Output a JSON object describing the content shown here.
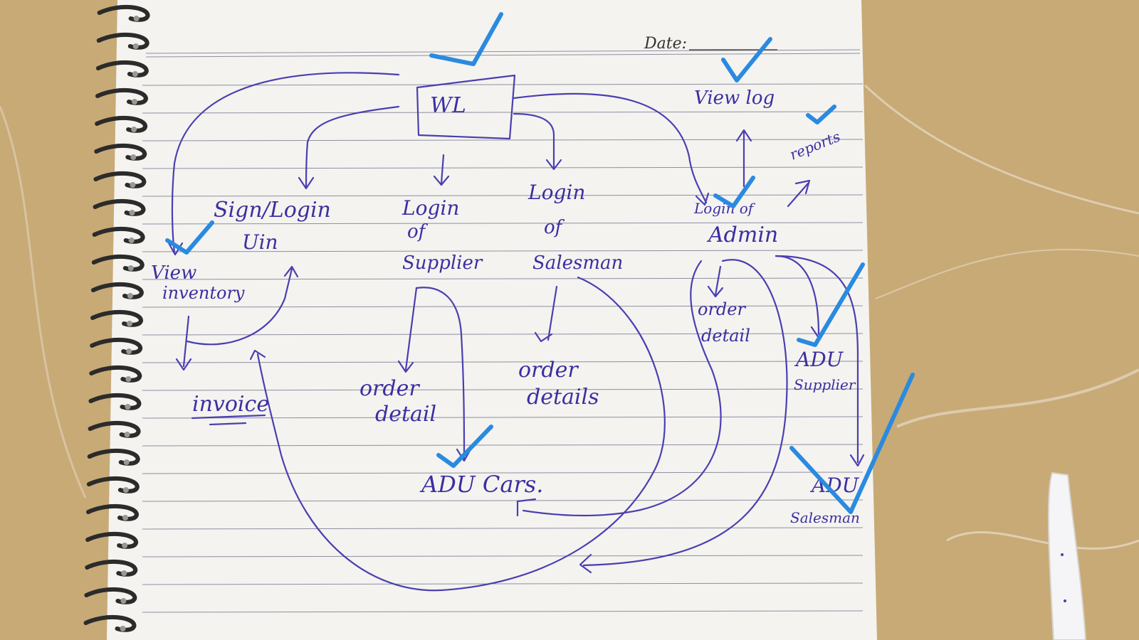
{
  "page": {
    "date_label": "Date:"
  },
  "nodes": {
    "wl": "WL",
    "sign_login": [
      "Sign/Login",
      "Uin"
    ],
    "login_supplier": [
      "Login",
      "of",
      "Supplier"
    ],
    "login_salesman": [
      "Login",
      "of",
      "Salesman"
    ],
    "login_admin": [
      "Login of",
      "Admin"
    ],
    "view_log": "View log",
    "reports": "reports",
    "view_inventory": [
      "View",
      "inventory"
    ],
    "invoice": "invoice",
    "order_detail_supplier": [
      "order",
      "detail"
    ],
    "order_details_salesman": [
      "order",
      "details"
    ],
    "order_detail_admin": [
      "order",
      "detail"
    ],
    "adu_cars": "ADU Cars.",
    "adu_supplier": [
      "ADU",
      "Supplier"
    ],
    "adu_salesman": [
      "ADU",
      "Salesman"
    ]
  },
  "colors": {
    "ink": "#3b2fa0",
    "check": "#2a8ae0",
    "paper": "#f4f3f0",
    "marble": "#c9ab78"
  }
}
